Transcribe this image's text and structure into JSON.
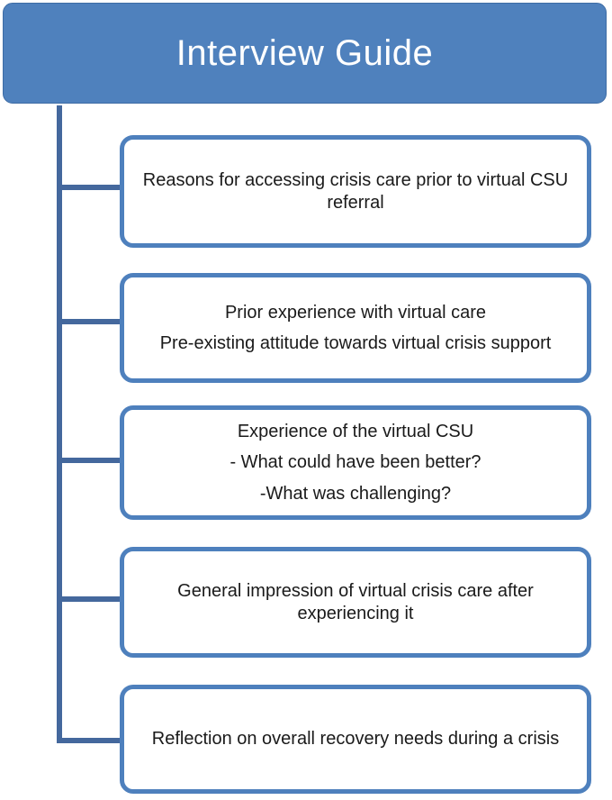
{
  "title": "Interview Guide",
  "boxes": [
    {
      "lines": [
        "Reasons for accessing crisis care prior to virtual CSU referral"
      ]
    },
    {
      "lines": [
        "Prior experience with virtual care",
        "Pre-existing attitude towards virtual crisis support"
      ]
    },
    {
      "lines": [
        "Experience of the virtual CSU",
        "- What could have been better?",
        "-What was challenging?"
      ]
    },
    {
      "lines": [
        "General impression of virtual crisis care after experiencing it"
      ]
    },
    {
      "lines": [
        "Reflection on overall recovery needs during a crisis"
      ]
    }
  ],
  "colors": {
    "header_fill": "#4F81BD",
    "header_edge": "#3E6CA5",
    "box_border": "#4E80BD",
    "connector": "#44689D",
    "text": "#1A1A1A",
    "title_text": "#FFFFFF",
    "background": "#FFFFFF"
  }
}
